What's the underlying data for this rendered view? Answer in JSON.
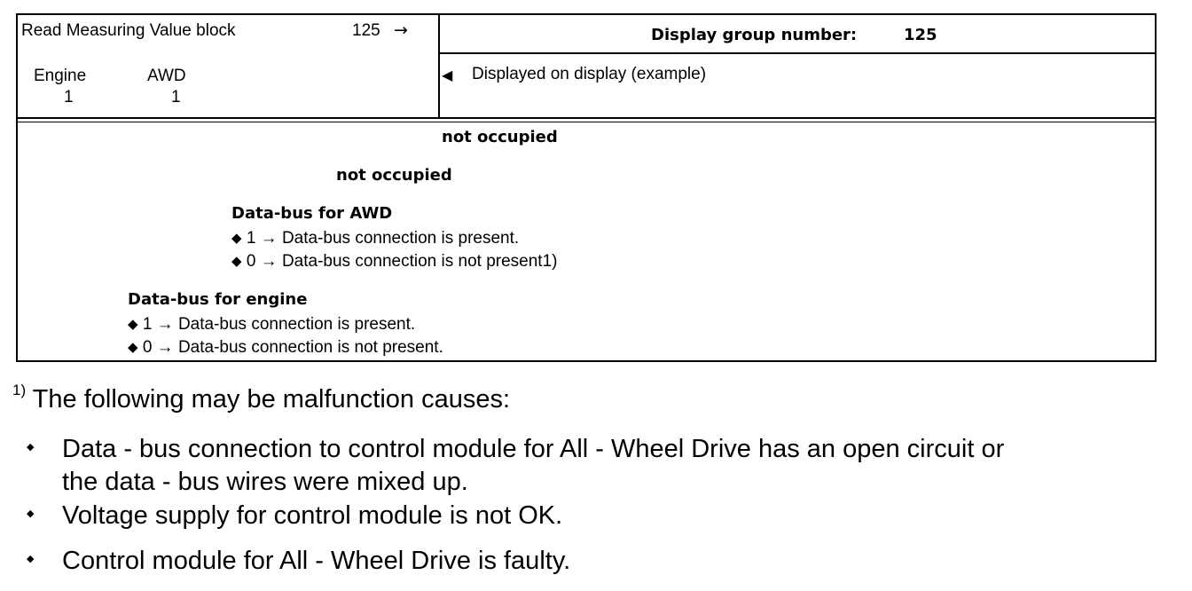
{
  "header": {
    "read_label": "Read Measuring Value block",
    "read_value": "125",
    "arrow": "→",
    "display_group_label": "Display group number:",
    "display_group_value": "125",
    "col1_name": "Engine",
    "col1_value": "1",
    "col2_name": "AWD",
    "col2_value": "1",
    "displayed_icon": "left-pointer-icon",
    "displayed_glyph": "◀",
    "displayed_text": "Displayed on display (example)"
  },
  "fields": {
    "field1": "not occupied",
    "field2": "not occupied",
    "awd": {
      "title": "Data-bus for AWD",
      "item1": "1 → Data-bus connection is present.",
      "item2": "0 → Data-bus connection is not present1)"
    },
    "engine": {
      "title": "Data-bus for engine",
      "item1": "1 → Data-bus connection is present.",
      "item2": "0 → Data-bus connection is not present."
    },
    "bullet_glyph": "◆"
  },
  "footnote": {
    "marker": "1)",
    "intro": "The following may be malfunction causes:",
    "bullet_glyph": "◆",
    "causes": [
      "Data - bus connection to control module for All - Wheel Drive has an open circuit or",
      "the data - bus wires were mixed up.",
      "Voltage supply for control module is not OK.",
      "Control module for All - Wheel Drive is faulty."
    ]
  }
}
